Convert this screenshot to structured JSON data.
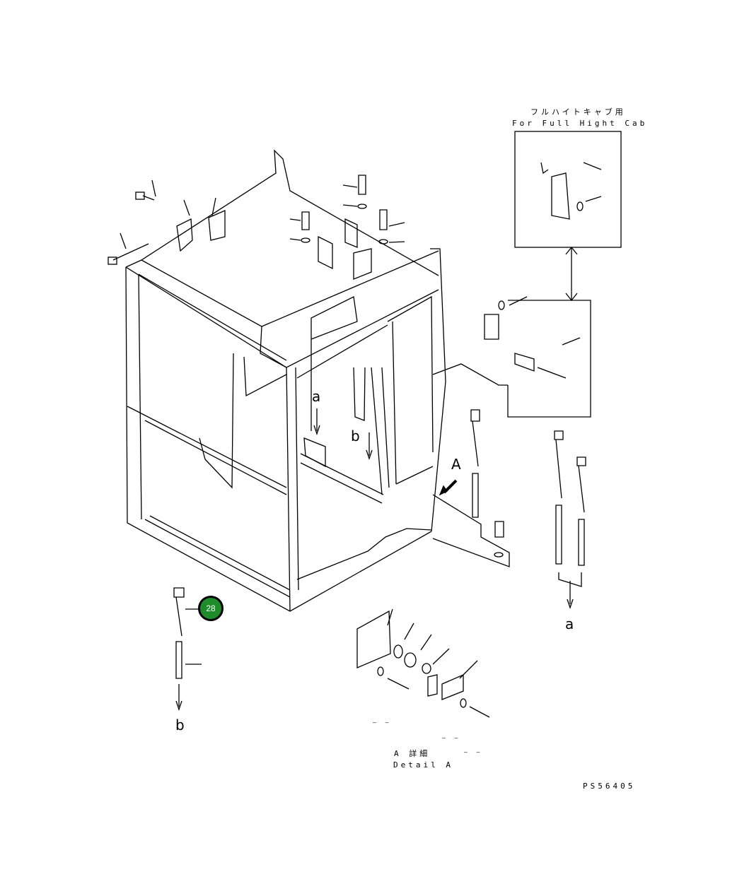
{
  "inset_full_cab": {
    "title_jp": "フルハイトキャブ用",
    "title_en": "For Full Hight Cab"
  },
  "detail": {
    "title_jp": "A 詳細",
    "title_en": "Detail A",
    "dash_1": "— —",
    "dash_2": "— —",
    "dash_3": "— —"
  },
  "labels": {
    "a_cab": "a",
    "b_cab": "b",
    "A_arrow": "A",
    "a_bolts": "a",
    "b_bolts": "b"
  },
  "callout": {
    "part_number": "28"
  },
  "drawing_code": "PS56405"
}
